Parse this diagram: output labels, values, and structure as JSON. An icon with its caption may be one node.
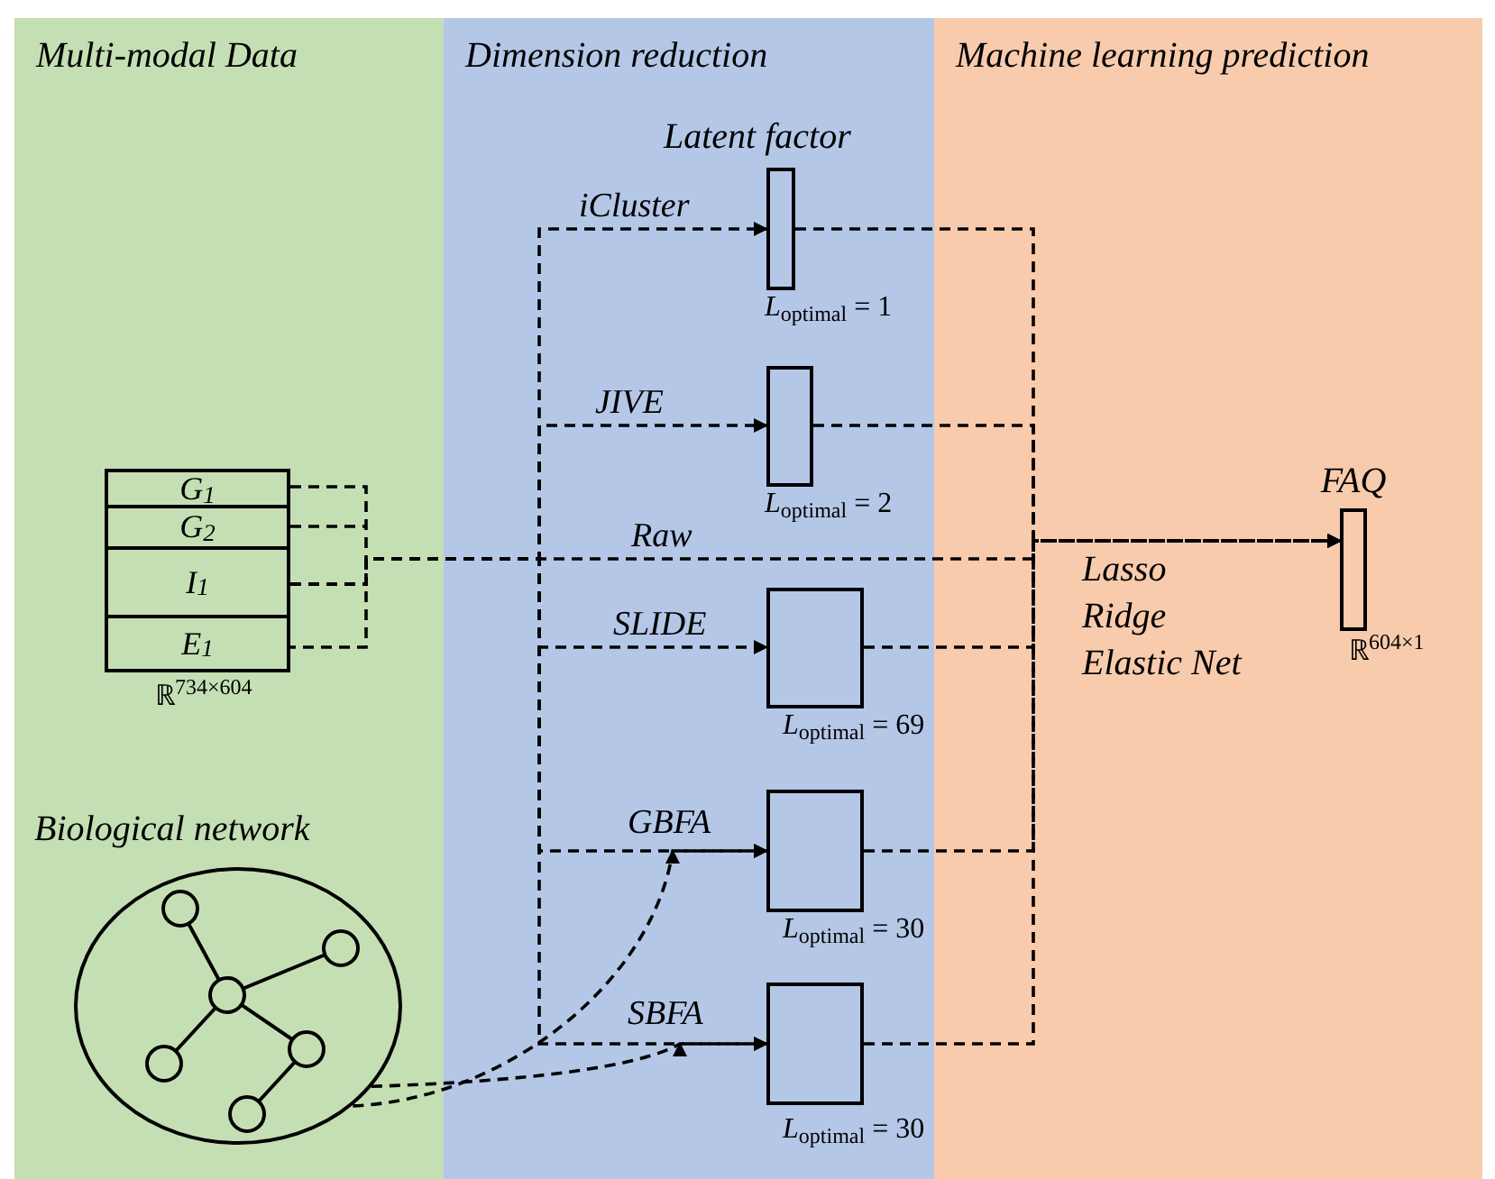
{
  "diagram": {
    "nodes": [
      {
        "text": [
          "Multi-modal Data"
        ]
      },
      {
        "text": [
          "Dimension reduction"
        ]
      },
      {
        "text": [
          "Machine learning prediction"
        ]
      },
      {
        "text": [
          "G$_{1}$",
          "G$_{2}$",
          "I$_{1}$",
          "E$_{1}$"
        ],
        "in": 0,
        "beside": [
          "ℝ$^{734×604}$"
        ]
      },
      {
        "text": [],
        "shape": "bar",
        "in": 1,
        "beside": [
          "*L*$_{optimal}$ = 1"
        ]
      },
      {
        "text": [],
        "shape": "bar",
        "in": 1,
        "beside": [
          "*L*$_{optimal}$ = 2"
        ]
      },
      {
        "text": [],
        "shape": "box",
        "in": 1,
        "beside": [
          "*L*$_{optimal}$ = 69"
        ]
      },
      {
        "text": [],
        "shape": "box",
        "in": 1,
        "beside": [
          "*L*$_{optimal}$ = 30"
        ]
      },
      {
        "text": [],
        "shape": "box",
        "in": 1,
        "beside": [
          "*L*$_{optimal}$ = 30"
        ]
      },
      {
        "text": [
          "FAQ"
        ],
        "in": 2,
        "beside": [
          "ℝ$^{604×1}$"
        ]
      },
      {
        "text": [
          "Biological network"
        ],
        "in": 0
      }
    ],
    "edges": [
      {
        "from": 3,
        "to": 4,
        "arrow": "to",
        "label": "iCluster",
        "style": "dashed"
      },
      {
        "from": 3,
        "to": 5,
        "arrow": "to",
        "label": "JIVE",
        "style": "dashed"
      },
      {
        "from": 3,
        "to": 9,
        "arrow": "to",
        "label": "Raw",
        "style": "dashed"
      },
      {
        "from": 3,
        "to": 6,
        "arrow": "to",
        "label": "SLIDE",
        "style": "dashed"
      },
      {
        "from": 3,
        "to": 7,
        "arrow": "to",
        "label": "GBFA",
        "style": "dashed"
      },
      {
        "from": 3,
        "to": 8,
        "arrow": "to",
        "label": "SBFA",
        "style": "dashed"
      },
      {
        "from": 4,
        "to": 9,
        "arrow": "to",
        "style": "dashed"
      },
      {
        "from": 5,
        "to": 9,
        "arrow": "to",
        "style": "dashed"
      },
      {
        "from": 6,
        "to": 9,
        "arrow": "to",
        "style": "dashed"
      },
      {
        "from": 7,
        "to": 9,
        "arrow": "to",
        "style": "dashed"
      },
      {
        "from": 8,
        "to": 9,
        "arrow": "to",
        "style": "dashed"
      },
      {
        "from": 10,
        "to": 7,
        "arrow": "to",
        "style": "dashed"
      },
      {
        "from": 10,
        "to": 8,
        "arrow": "to",
        "style": "dashed"
      }
    ],
    "labels": [
      "Latent factor",
      "Lasso",
      "Ridge",
      "Elastic Net"
    ]
  }
}
